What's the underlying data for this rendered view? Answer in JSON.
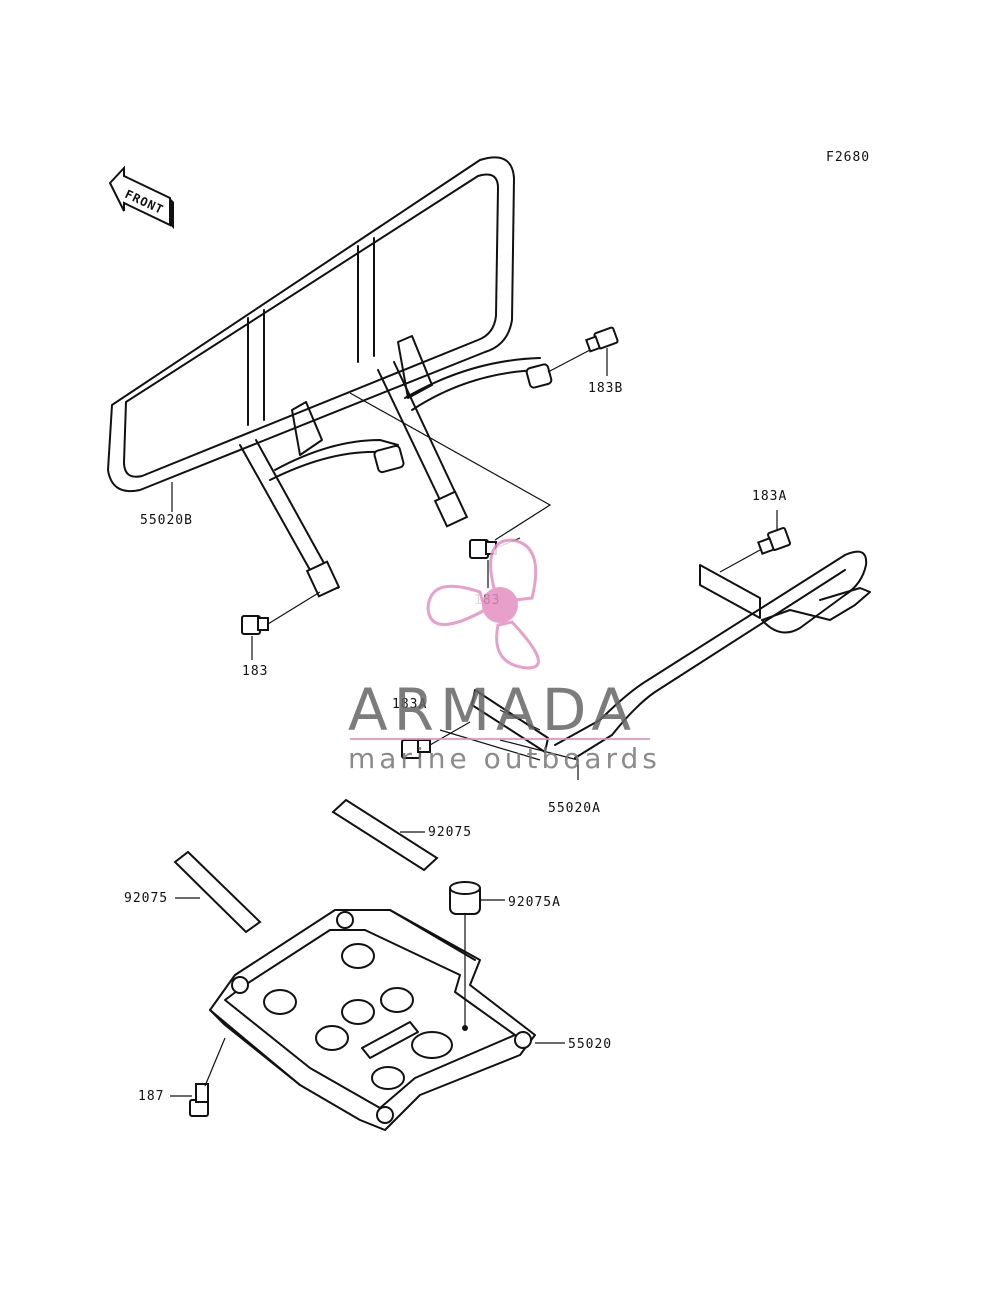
{
  "diagram": {
    "code": "F2680",
    "front_label": "FRONT",
    "labels": {
      "p55020B": "55020B",
      "p183B": "183B",
      "p183A_top": "183A",
      "p183_left": "183",
      "p183_center": "183",
      "p183A_mid": "183A",
      "p55020A": "55020A",
      "p92075_top": "92075",
      "p92075_left": "92075",
      "p92075A": "92075A",
      "p55020": "55020",
      "p187": "187"
    }
  },
  "watermark": {
    "brand": "ARMADA",
    "tagline": "marine outboards",
    "accent_color": "#e58fc0",
    "text_color": "#666666"
  }
}
